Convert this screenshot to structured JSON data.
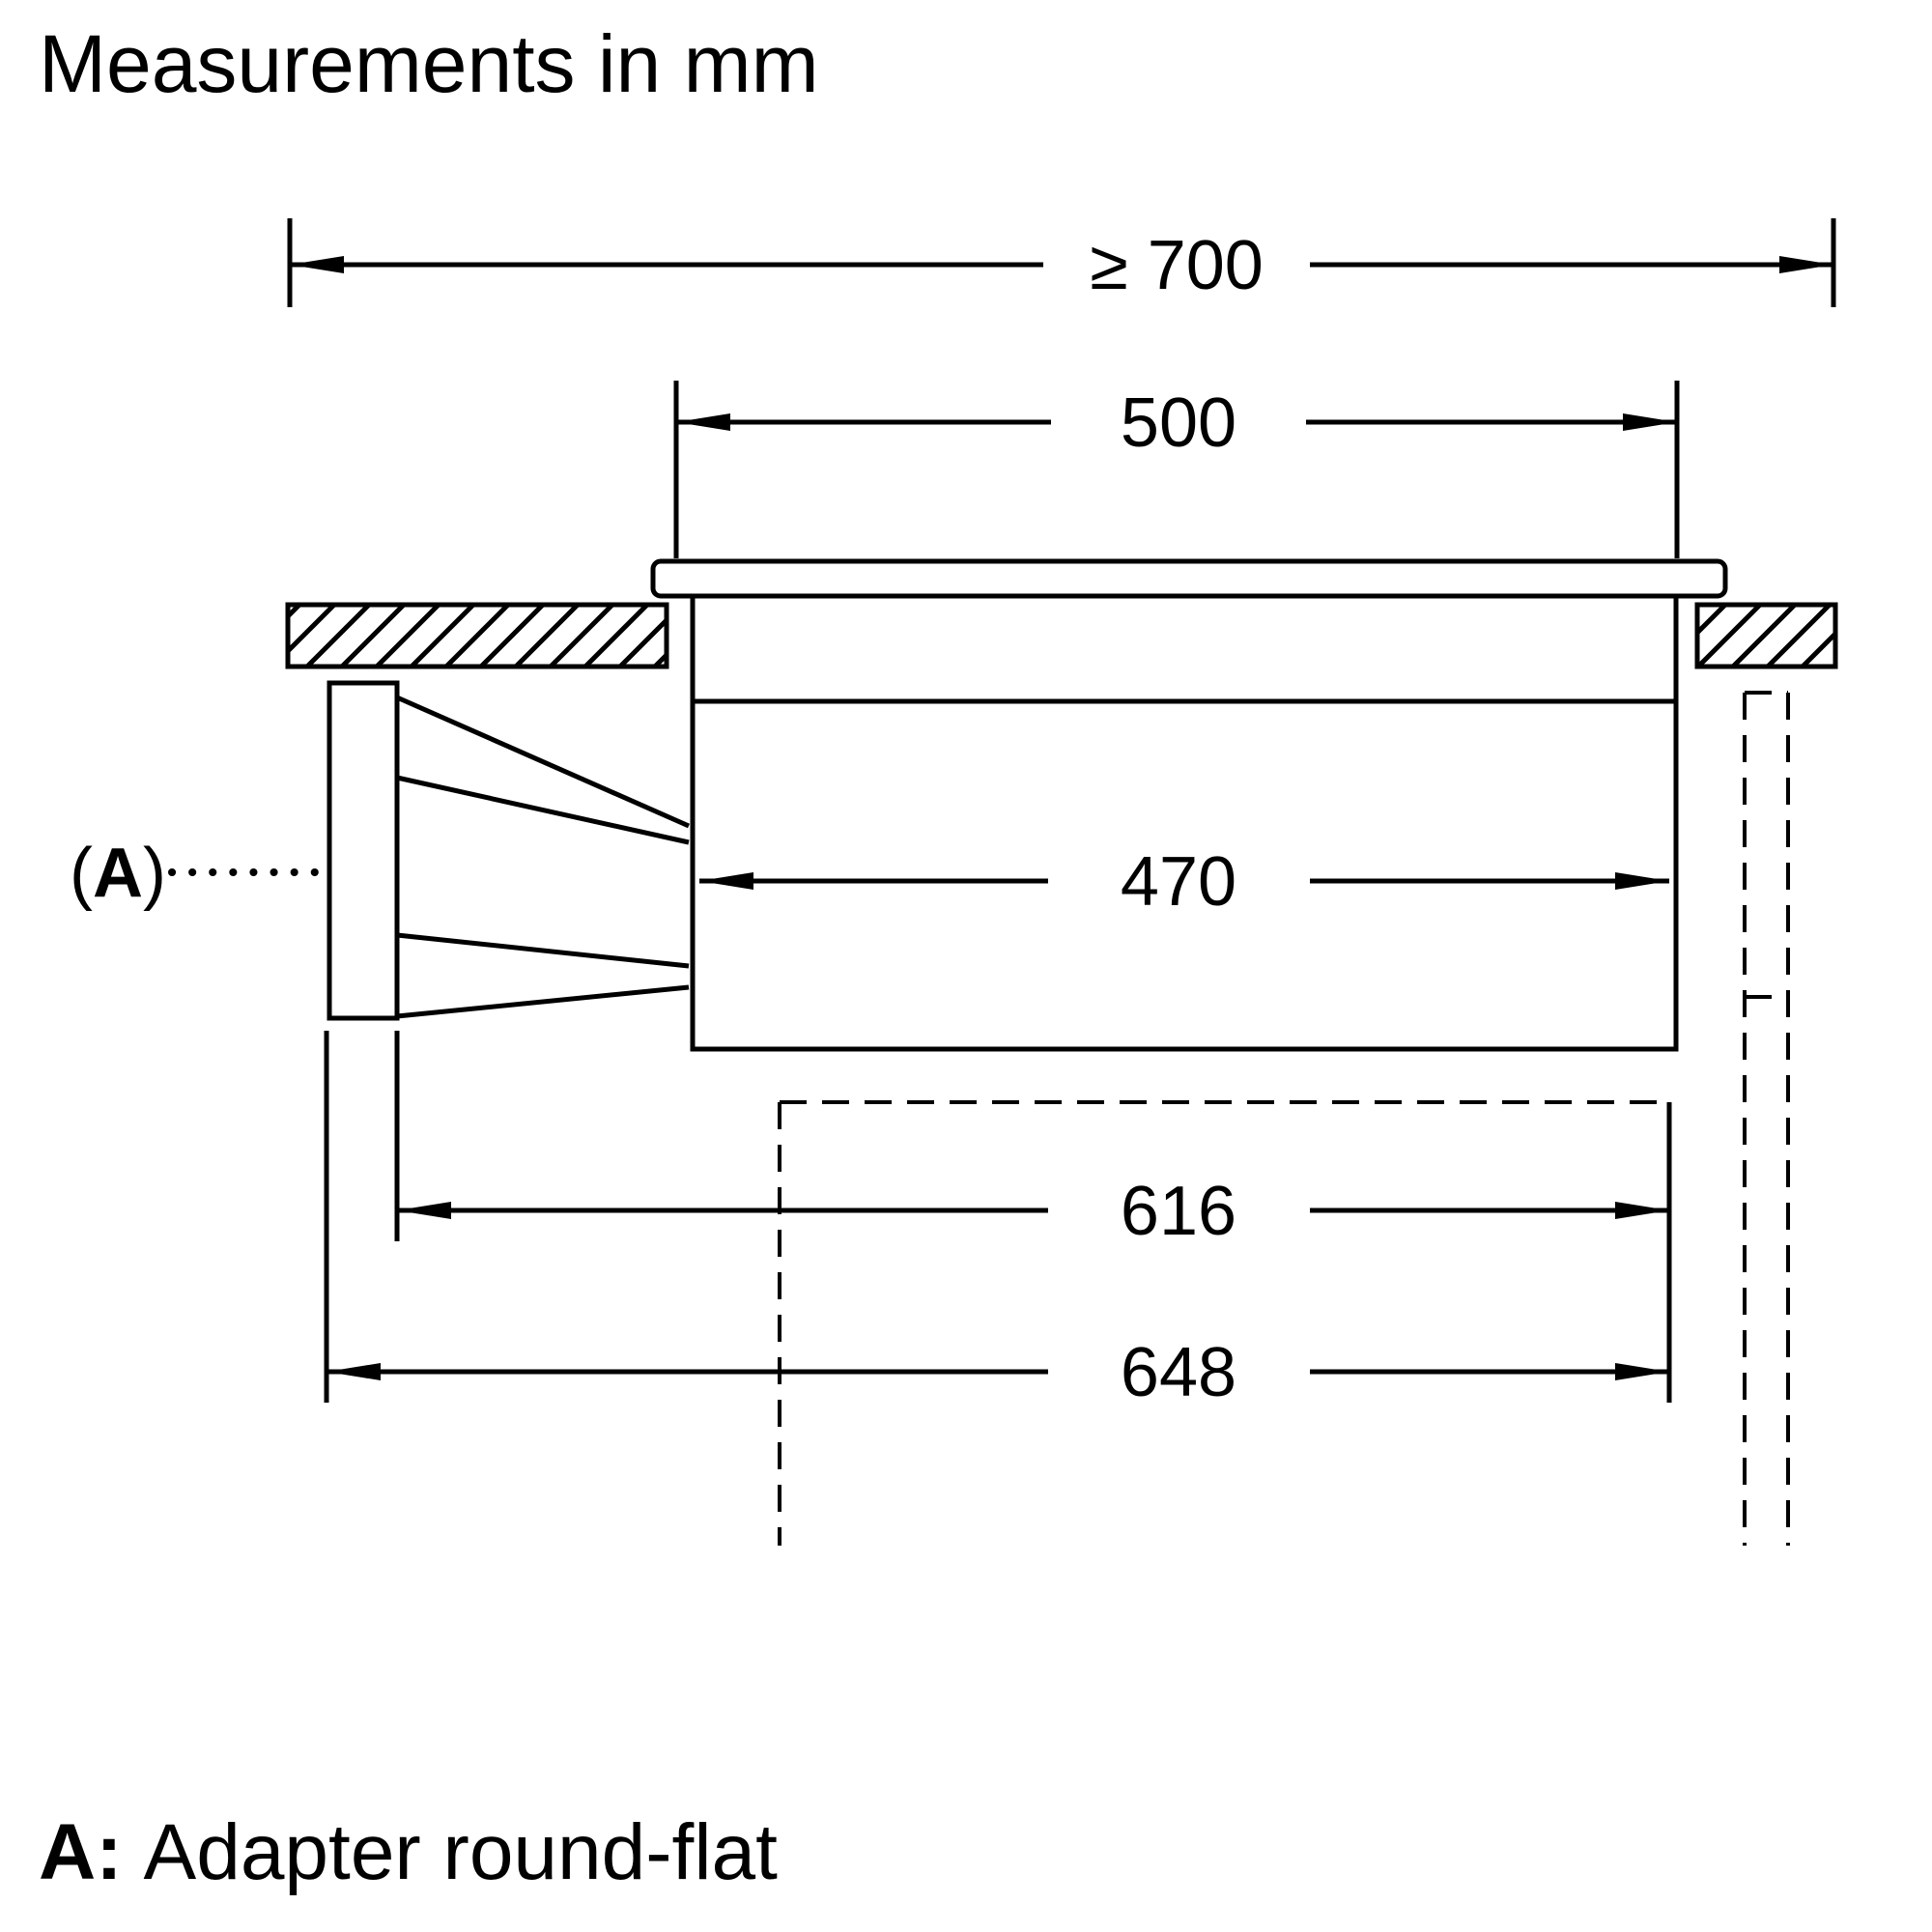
{
  "title": "Measurements in mm",
  "dimensions": {
    "worktop_min_width": "≥ 700",
    "hob_width": "500",
    "cutout_width": "470",
    "duct_offset": "616",
    "total_depth": "648"
  },
  "adapter_label": {
    "open": "(",
    "letter": "A",
    "close": ")"
  },
  "caption": {
    "prefix": "A:",
    "text": "Adapter round-flat"
  },
  "colors": {
    "line": "#000000",
    "background": "#ffffff"
  }
}
